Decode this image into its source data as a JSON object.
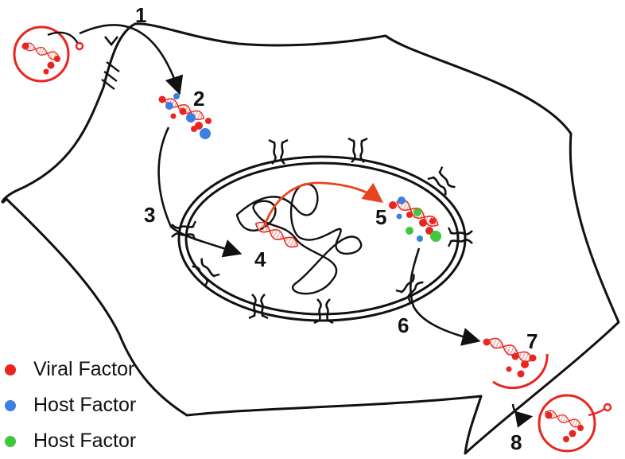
{
  "steps": [
    "1",
    "2",
    "3",
    "4",
    "5",
    "6",
    "7",
    "8"
  ],
  "legend": [
    {
      "label": "Viral Factor",
      "color": "#e8251f"
    },
    {
      "label": "Host Factor",
      "color": "#3d7fe0"
    },
    {
      "label": "Host Factor",
      "color": "#3ec83a"
    }
  ],
  "colors": {
    "membrane": "#111111",
    "viral": "#e8251f",
    "host_blue": "#3d7fe0",
    "host_green": "#3ec83a",
    "dna": "#e8251f",
    "arrow_red": "#e8451f"
  }
}
